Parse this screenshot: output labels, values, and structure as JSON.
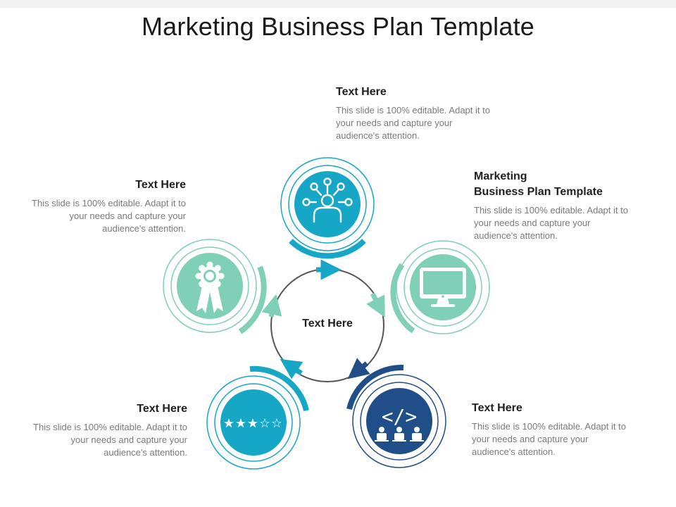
{
  "title": "Marketing Business Plan Template",
  "center_label": "Text Here",
  "colors": {
    "cyan": "#17a7c6",
    "mint": "#7fd0b6",
    "navy": "#1f4e89",
    "ring_gray": "#555555"
  },
  "nodes": [
    {
      "key": "top",
      "icon": "user-network-icon",
      "color": "cyan",
      "heading": "Text Here",
      "body": "This slide is 100% editable. Adapt it to your needs and capture your audience's attention."
    },
    {
      "key": "right",
      "icon": "monitor-icon",
      "color": "mint",
      "heading_lines": [
        "Marketing",
        "Business Plan Template"
      ],
      "body": "This slide is 100% editable. Adapt it to your needs and capture your audience's attention."
    },
    {
      "key": "bottom-right",
      "icon": "code-team-icon",
      "color": "navy",
      "heading": "Text Here",
      "body": "This slide is 100% editable. Adapt it to your needs and capture your audience's attention."
    },
    {
      "key": "bottom-left",
      "icon": "star-rating-icon",
      "color": "cyan",
      "heading": "Text Here",
      "body": "This slide is 100% editable. Adapt it to your needs and capture your audience's attention."
    },
    {
      "key": "left",
      "icon": "award-ribbon-icon",
      "color": "mint",
      "heading": "Text Here",
      "body": "This slide is 100% editable. Adapt it to your needs and capture your audience's attention."
    }
  ]
}
